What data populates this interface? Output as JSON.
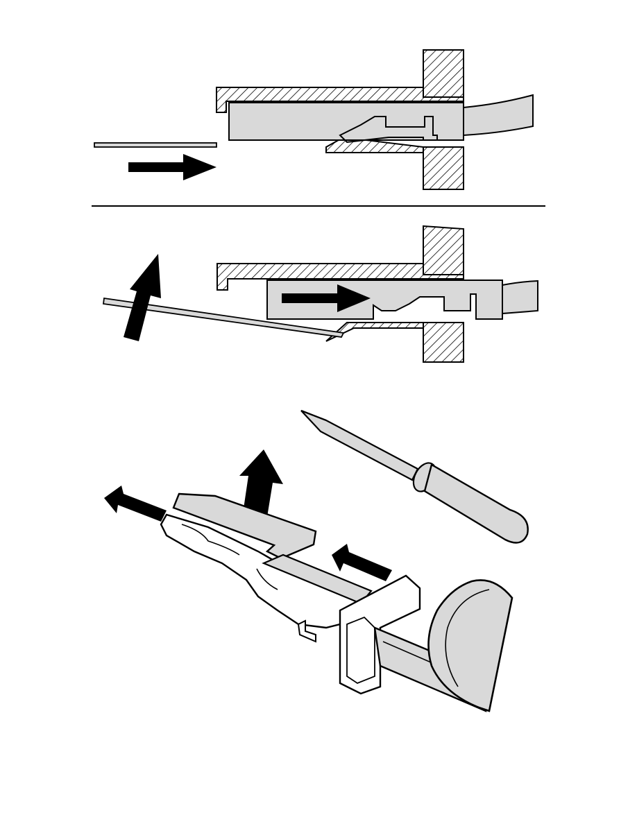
{
  "figure": {
    "panels": [
      {
        "id": "top",
        "content": "insert-tool-to-release-terminal"
      },
      {
        "id": "middle",
        "content": "pry-tool-and-pull-terminal"
      },
      {
        "id": "bottom",
        "content": "screwdriver-lifts-lock-tab-terminal-pulled-out"
      }
    ],
    "colors": {
      "stroke": "#000000",
      "fill_part": "#d9d9d9",
      "background": "#ffffff"
    }
  }
}
